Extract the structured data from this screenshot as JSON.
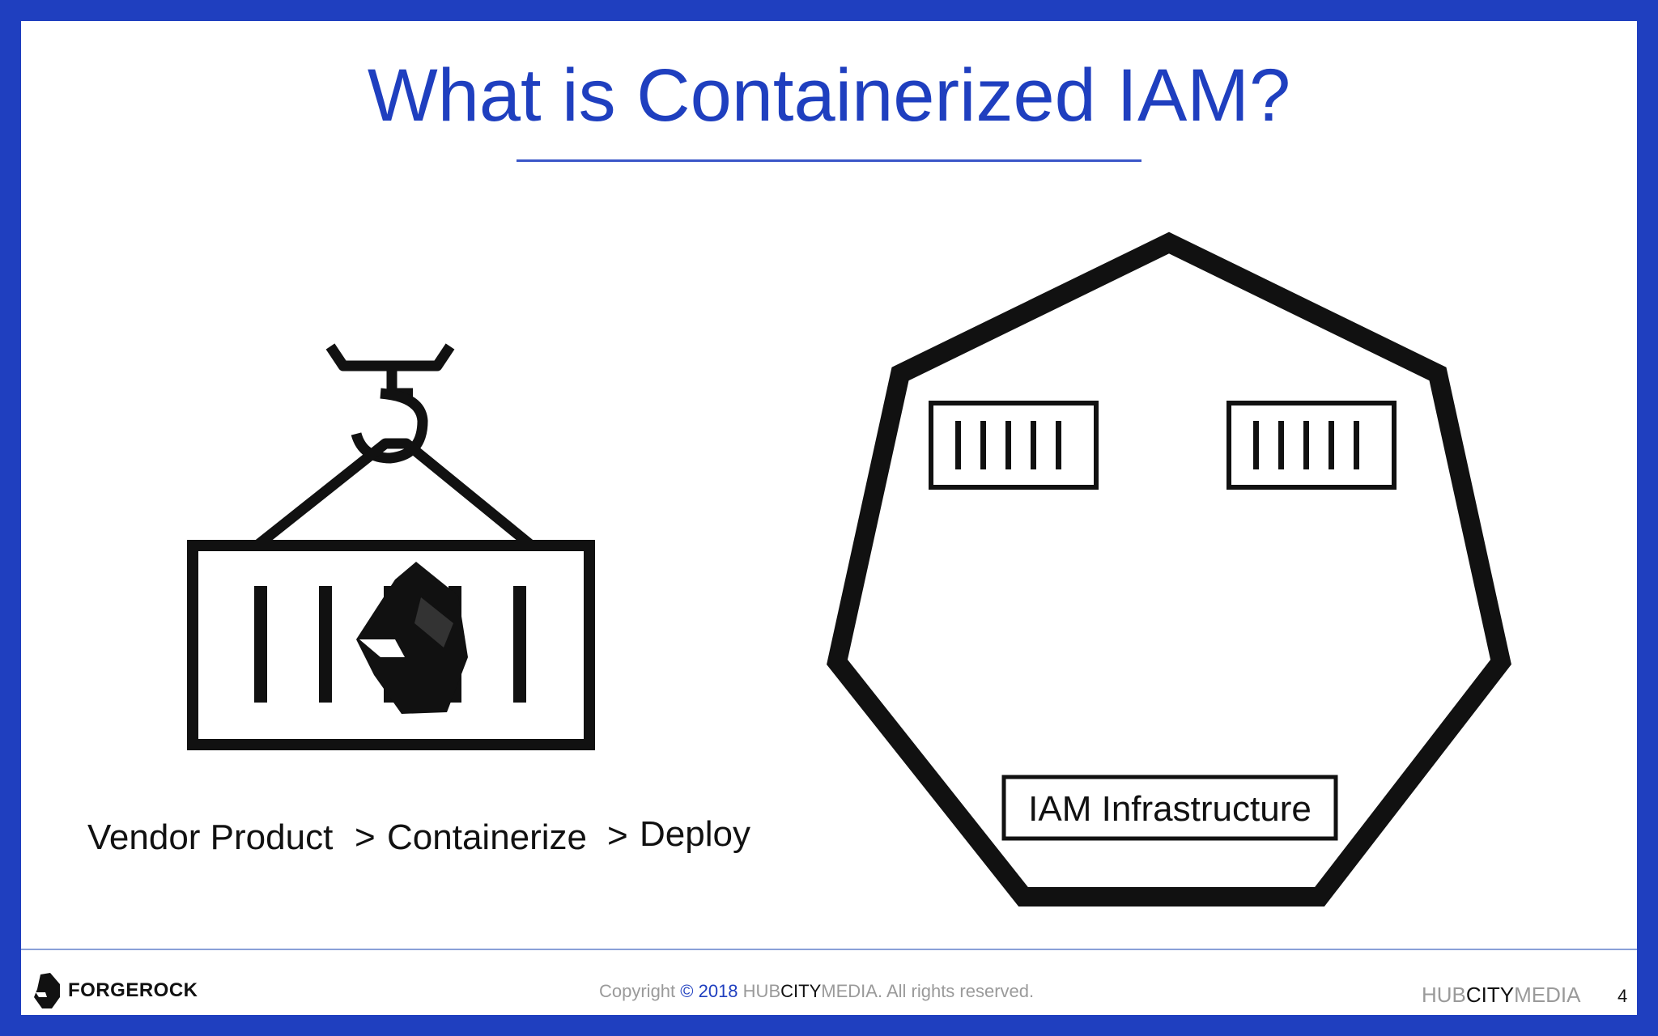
{
  "slide": {
    "title": "What is Containerized IAM?",
    "left_caption": {
      "part1": "Vendor Product",
      "sep1": ">",
      "part2": "Containerize",
      "sep2": ">",
      "part3": "Deploy"
    },
    "right_label": "IAM Infrastructure",
    "page_number": "4"
  },
  "footer": {
    "copyright_prefix": "Copyright ",
    "copyright_year": "© 2018",
    "brand_hub": "HUB",
    "brand_city": "CITY",
    "brand_media": "MEDIA",
    "copyright_suffix": ". All rights reserved.",
    "forgerock_logo_text": "FORGEROCK",
    "hcm_logo": {
      "hub": "HUB",
      "city": "CITY",
      "media": "MEDIA"
    }
  },
  "colors": {
    "frame": "#1f3fbf",
    "title": "#1f3fbf",
    "ink": "#111111",
    "footer_grey": "#9a9a9a"
  },
  "icons": [
    "crane-hook-icon",
    "shipping-container-icon",
    "forgerock-logo-icon",
    "heptagon-cluster-icon",
    "small-container-icon"
  ]
}
